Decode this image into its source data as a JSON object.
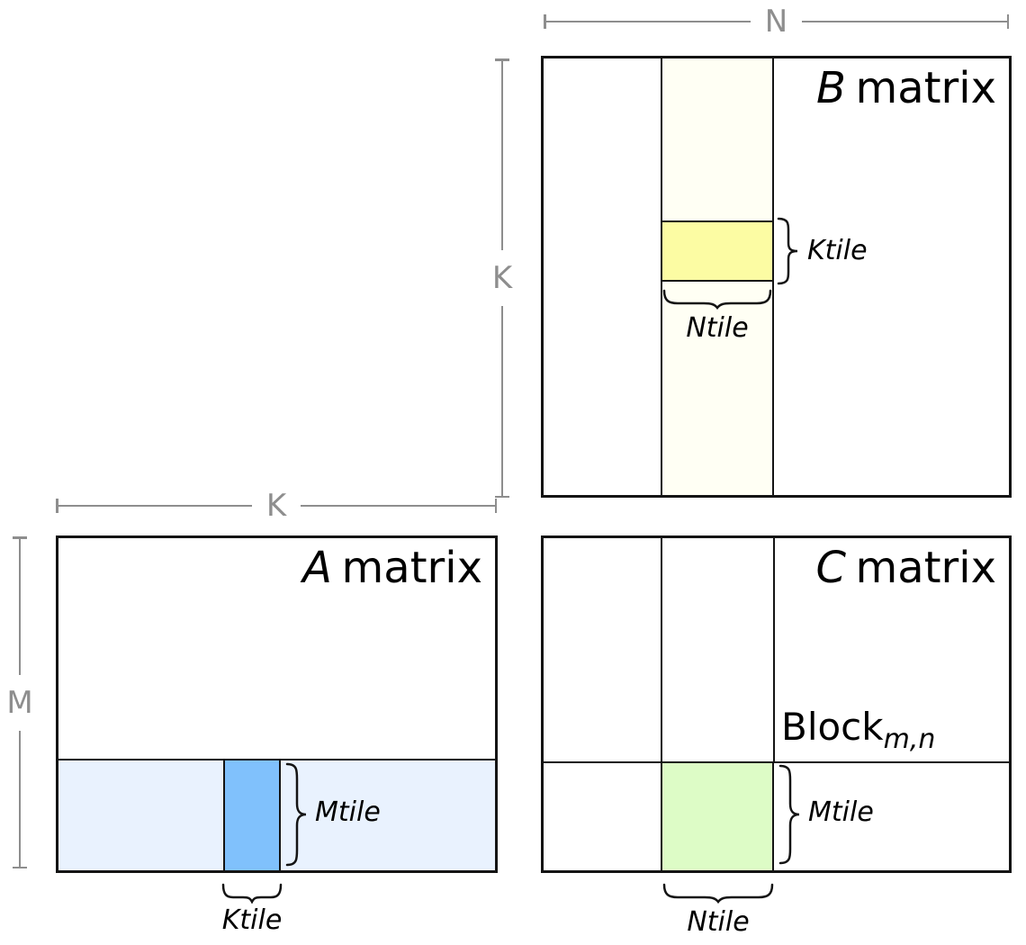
{
  "colors": {
    "line_gray": "#8e8e8e",
    "border_black": "#141414",
    "b_column_ivory": "#fffff4",
    "ktile_yellow": "#fcfca3",
    "a_row_lightblue": "#e9f2fe",
    "atile_blue": "#80c1fc",
    "ctile_green": "#ddfcc6"
  },
  "dimensions": {
    "n_label": "N",
    "k_b_label": "K",
    "k_a_label": "K",
    "m_a_label": "M"
  },
  "matrix_b": {
    "letter": "B",
    "word": "matrix",
    "ktile": "Ktile",
    "ntile": "Ntile"
  },
  "matrix_a": {
    "letter": "A",
    "word": "matrix",
    "mtile": "Mtile",
    "ktile": "Ktile"
  },
  "matrix_c": {
    "letter": "C",
    "word": "matrix",
    "block": "Block",
    "block_sub": "m,n",
    "mtile": "Mtile",
    "ntile": "Ntile"
  }
}
